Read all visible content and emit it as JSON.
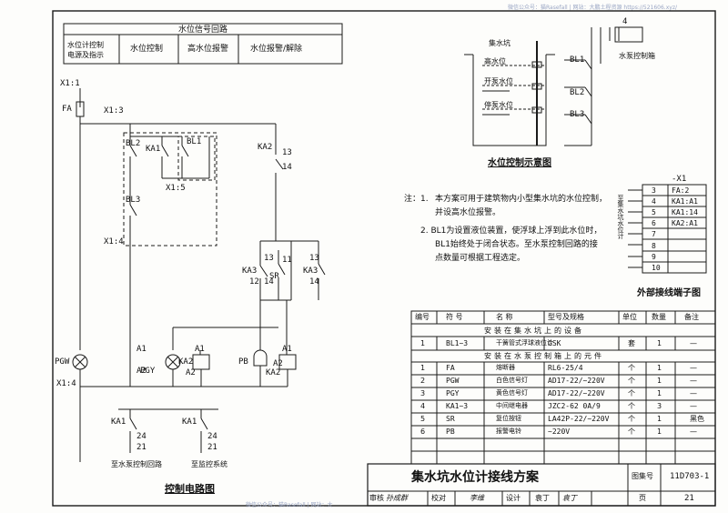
{
  "watermark_top": "微信公众号：猫Rasefall | 网站：大鹏土程资源 https://521606.xyz/",
  "watermark_bottom": "微信公众号：猫Rasefall | 网站：大",
  "signal_table": {
    "title": "水位信号回路",
    "columns": [
      "水位计控制\n电源及指示",
      "水位控制",
      "高水位报警",
      "水位报警/解除"
    ]
  },
  "circuit": {
    "title": "控制电路图",
    "labels": {
      "x1_1": "X1:1",
      "fa": "FA",
      "x1_3": "X1:3",
      "bl2": "BL2",
      "ka1a": "KA1",
      "bl1": "BL1",
      "x1_5": "X1:5",
      "bl3": "BL3",
      "x1_4": "X1:4",
      "ka2top": "KA2",
      "n13a": "13",
      "n14a": "14",
      "ka3l": "KA3",
      "sr": "SR",
      "ka3r": "KA3",
      "n12": "12",
      "n11": "11",
      "n13b": "13",
      "n14b": "14",
      "n13c": "13",
      "n14c": "14",
      "pgw": "PGW",
      "pgy": "PGY",
      "ka2m": "KA2",
      "pb": "PB",
      "ka2r": "KA2",
      "a1l": "A1",
      "a2l": "A2",
      "a1r": "A1",
      "a2r": "A2",
      "a1m": "A1",
      "a2m": "A2",
      "x1_4b": "X1:4",
      "ka1b": "KA1",
      "ka1c": "KA1",
      "n24a": "24",
      "n21a": "21",
      "n24b": "24",
      "n21b": "21",
      "to_pump": "至水泵控制回路",
      "to_bas": "至监控系统"
    }
  },
  "schematic": {
    "title": "水位控制示意图",
    "sump": "集水坑",
    "high": "高水位",
    "start": "开泵水位",
    "stop": "停泵水位",
    "bl1": "BL1",
    "bl2": "BL2",
    "bl3": "BL3",
    "num4": "4",
    "cabinet": "水泵控制箱"
  },
  "notes": {
    "head": "注：1.",
    "n1a": "本方案可用于建筑物内小型集水坑的水位控制，",
    "n1b": "并设高水位报警。",
    "n2a": "2. BL1为设置液位装置，使浮球上浮到此水位时，",
    "n2b": "BL1始终处于闭合状态。至水泵控制回路的接",
    "n2c": "点数量可根据工程选定。"
  },
  "terminal": {
    "title": "外部接线端子图",
    "header": "-X1",
    "side_label": "至集水坑水位计",
    "rows": [
      {
        "no": "3",
        "to": "FA:2"
      },
      {
        "no": "4",
        "to": "KA1:A1"
      },
      {
        "no": "5",
        "to": "KA1:14"
      },
      {
        "no": "6",
        "to": "KA2:A1"
      },
      {
        "no": "7",
        "to": ""
      },
      {
        "no": "8",
        "to": ""
      },
      {
        "no": "9",
        "to": ""
      },
      {
        "no": "10",
        "to": ""
      }
    ]
  },
  "bom": {
    "headers": [
      "编号",
      "符  号",
      "名  称",
      "型号及规格",
      "单位",
      "数量",
      "备注"
    ],
    "section1": "安装在集水坑上的设备",
    "section2": "安装在水泵控制箱上的元件",
    "rows1": [
      {
        "no": "1",
        "sym": "BL1~3",
        "name": "干簧管式浮球液位计",
        "spec": "GSK",
        "unit": "套",
        "qty": "1",
        "note": "—"
      }
    ],
    "rows2": [
      {
        "no": "1",
        "sym": "FA",
        "name": "熔断器",
        "spec": "RL6-25/4",
        "unit": "个",
        "qty": "1",
        "note": "—"
      },
      {
        "no": "2",
        "sym": "PGW",
        "name": "白色信号灯",
        "spec": "AD17-22/~220V",
        "unit": "个",
        "qty": "1",
        "note": "—"
      },
      {
        "no": "3",
        "sym": "PGY",
        "name": "黄色信号灯",
        "spec": "AD17-22/~220V",
        "unit": "个",
        "qty": "1",
        "note": "—"
      },
      {
        "no": "4",
        "sym": "KA1~3",
        "name": "中间继电器",
        "spec": "JZC2-62 0A/9",
        "unit": "个",
        "qty": "3",
        "note": "—"
      },
      {
        "no": "5",
        "sym": "SR",
        "name": "复位按钮",
        "spec": "LA42P-22/~220V",
        "unit": "个",
        "qty": "1",
        "note": "黑色"
      },
      {
        "no": "6",
        "sym": "PB",
        "name": "报警电铃",
        "spec": "~220V",
        "unit": "个",
        "qty": "1",
        "note": "—"
      }
    ]
  },
  "title_block": {
    "title": "集水坑水位计接线方案",
    "atlas_label": "图集号",
    "atlas_no": "11D703-1",
    "review": "审核",
    "reviewer": "孙成群",
    "check": "校对",
    "checker": "李维",
    "design": "设计",
    "designer": "袁丁",
    "page_label": "页",
    "page": "21"
  }
}
